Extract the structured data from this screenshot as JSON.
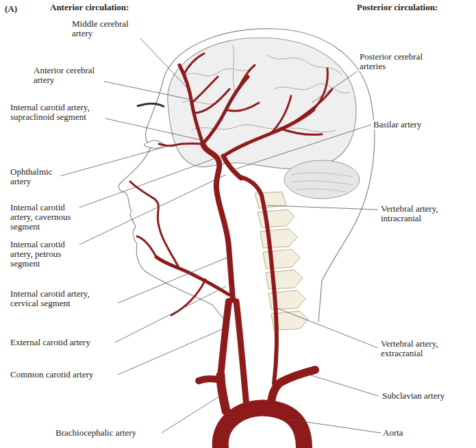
{
  "diagram": {
    "labels": [
      "(A)",
      "Anterior circulation:",
      "Posterior circulation:",
      "Middle cerebral artery",
      "Anterior cerebral artery",
      "Internal carotid artery, supraclinoid segment",
      "Ophthalmic artery",
      "Internal carotid artery, cavernous segment",
      "Internal carotid artery, petrous segment",
      "Internal carotid artery, cervical segment",
      "External carotid artery",
      "Common carotid artery",
      "Brachiocephalic artery",
      "Posterior cerebral arteries",
      "Basilar artery",
      "Vertebral artery, intracranial",
      "Vertebral artery, extracranial",
      "Subclavian artery",
      "Aorta"
    ]
  }
}
